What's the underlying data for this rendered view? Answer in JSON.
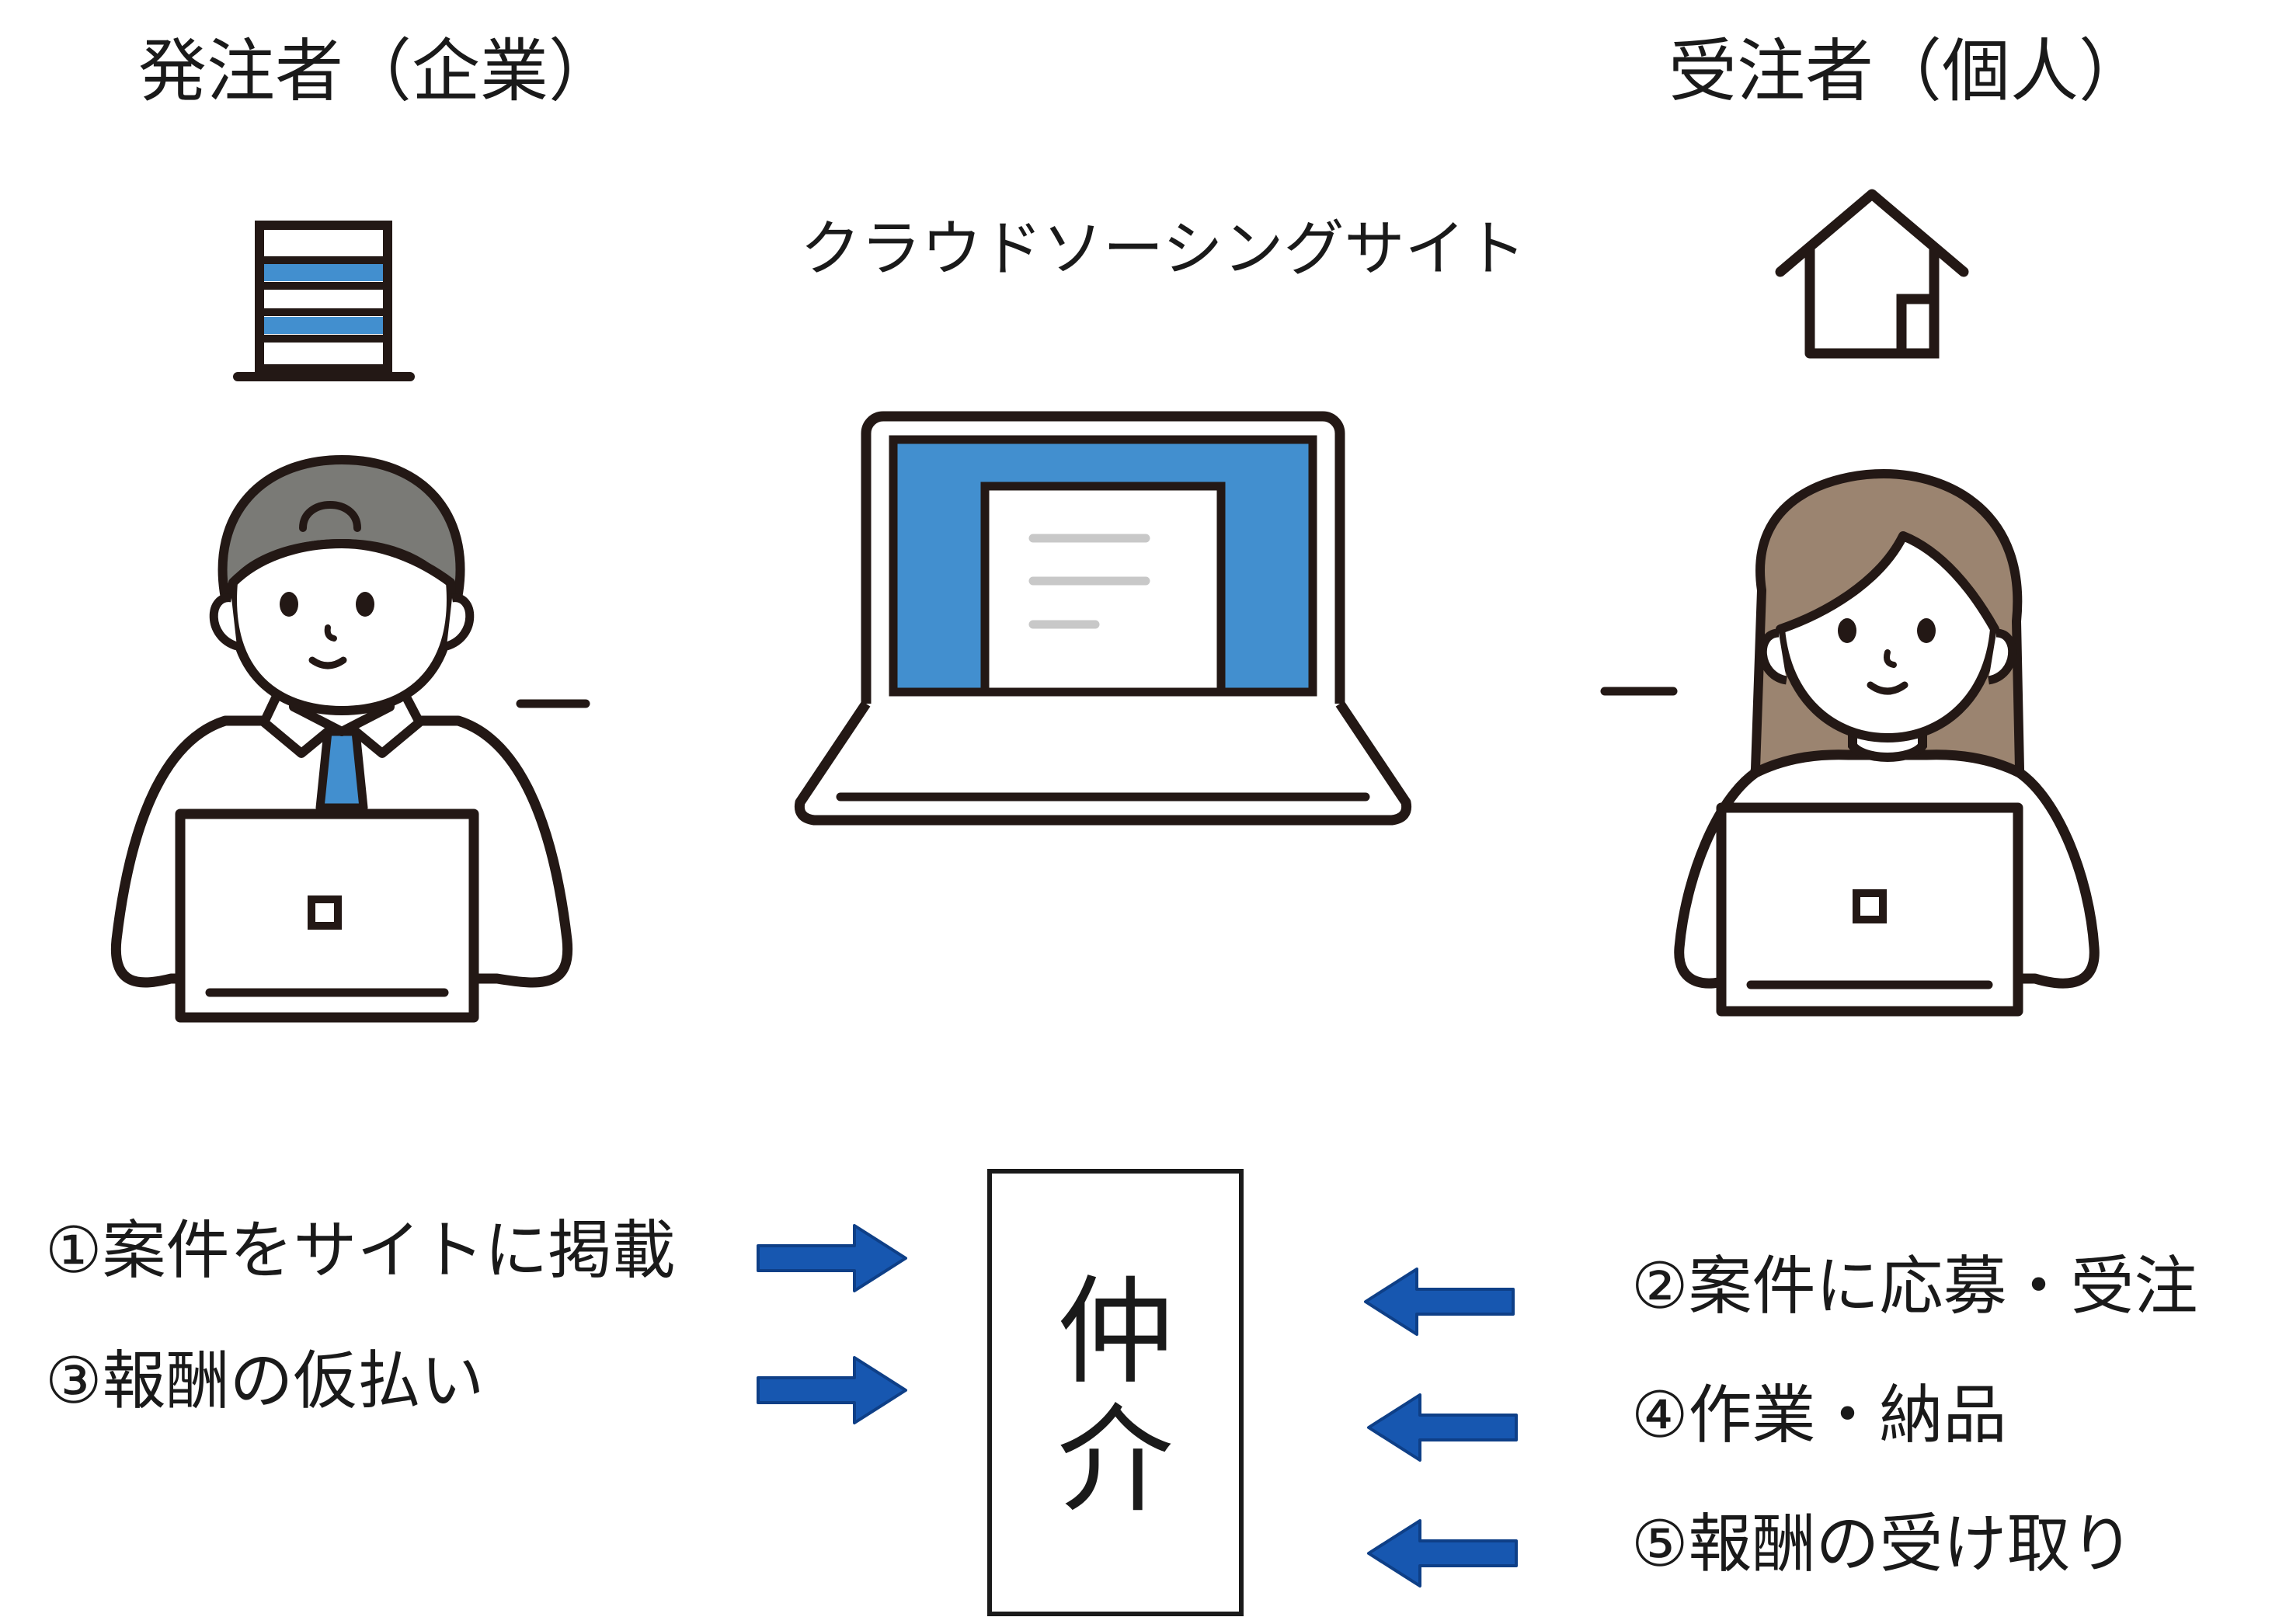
{
  "headings": {
    "client": "発注者（企業）",
    "worker": "受注者（個人）"
  },
  "site_label": "クラウドソーシングサイト",
  "intermediary": {
    "char1": "仲",
    "char2": "介"
  },
  "client_steps": [
    "①案件をサイトに掲載",
    "③報酬の仮払い"
  ],
  "worker_steps": [
    "②案件に応募・受注",
    "④作業・納品",
    "⑤報酬の受け取り"
  ],
  "icons": {
    "client_building": "building-icon",
    "worker_house": "house-icon",
    "site": "laptop-icon",
    "client_person": "businessman-with-laptop-icon",
    "worker_person": "woman-with-laptop-icon"
  },
  "colors": {
    "accent_blue": "#428fcf",
    "arrow_blue": "#1757b0",
    "line": "#231815",
    "client_hair": "#7a7a76",
    "worker_hair": "#9b8470"
  }
}
